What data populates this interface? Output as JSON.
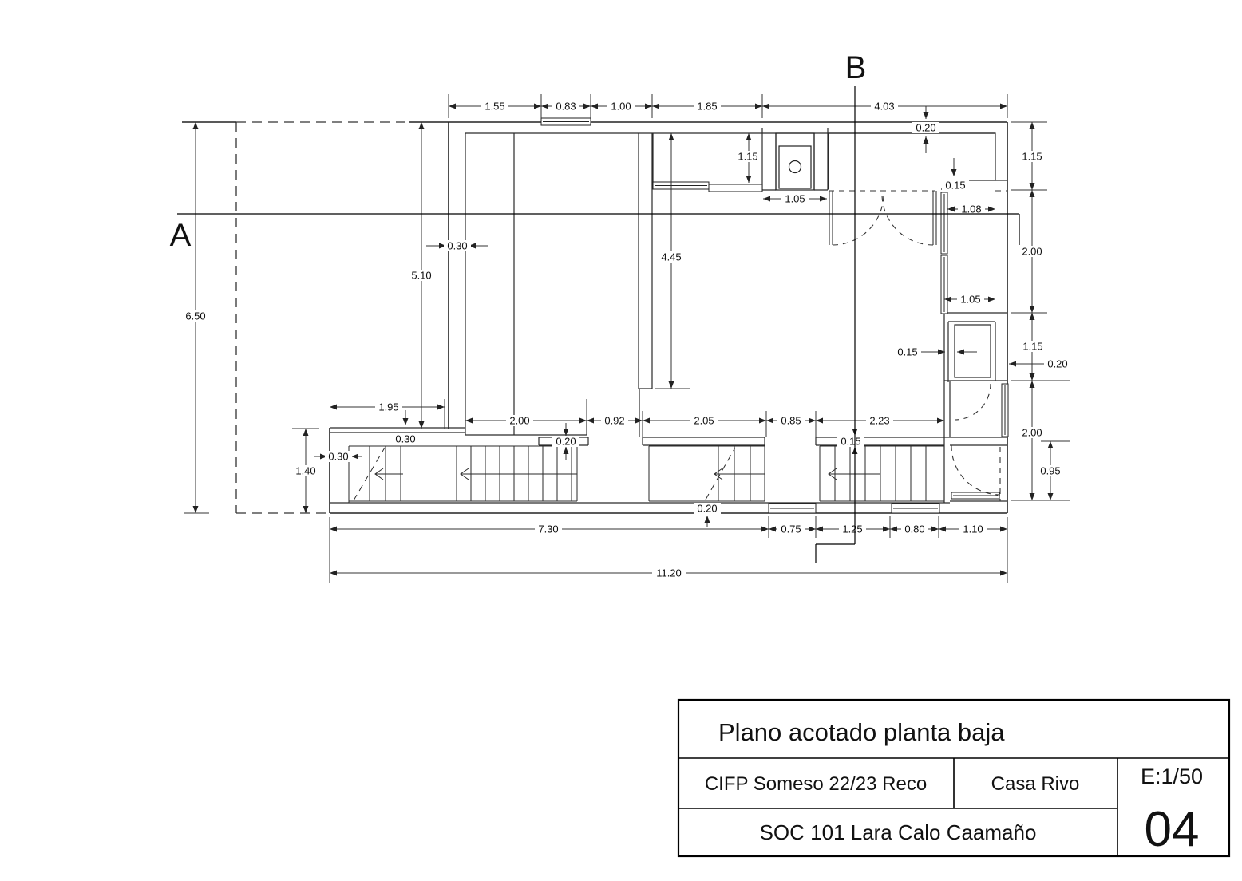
{
  "section_labels": {
    "a": "A",
    "b": "B"
  },
  "dims": {
    "t155": "1.55",
    "t083": "0.83",
    "t100": "1.00",
    "t185": "1.85",
    "t403": "4.03",
    "r020a": "0.20",
    "r115a": "1.15",
    "r015a": "0.15",
    "r108": "1.08",
    "r200a": "2.00",
    "m105a": "1.05",
    "m115c": "1.15",
    "m445": "4.45",
    "r105b": "1.05",
    "r115b": "1.15",
    "r015b": "0.15",
    "r020b": "0.20",
    "r200b": "2.00",
    "r095": "0.95",
    "l650": "6.50",
    "l510": "5.10",
    "l030a": "0.30",
    "b195": "1.95",
    "b030b": "0.30",
    "b030c": "0.30",
    "b140": "1.40",
    "b200c": "2.00",
    "b020c": "0.20",
    "b092": "0.92",
    "b205": "2.05",
    "b085": "0.85",
    "b223": "2.23",
    "b015c": "0.15",
    "b020d": "0.20",
    "b730": "7.30",
    "b075": "0.75",
    "b125": "1.25",
    "b080": "0.80",
    "b110": "1.10",
    "b1120": "11.20"
  },
  "title_block": {
    "title": "Plano acotado planta baja",
    "school": "CIFP Someso 22/23  Reco",
    "project": "Casa Rivo",
    "scale": "E:1/50",
    "sheet": "04",
    "author": "SOC 101 Lara Calo Caamaño"
  }
}
